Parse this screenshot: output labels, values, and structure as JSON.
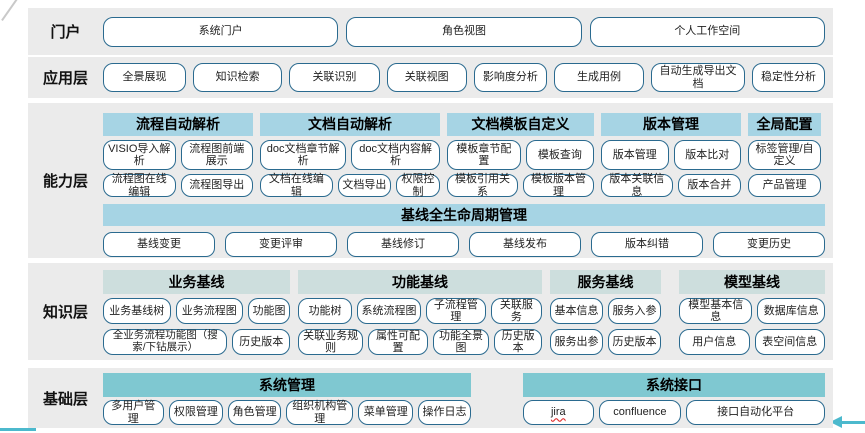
{
  "colors": {
    "band_bg": "#ebebeb",
    "capability_header_bg": "#a6d4e4",
    "knowledge_header_bg": "#cddedd",
    "base_header_bg": "#7fc8d1",
    "button_border": "#2a6a8f",
    "annotation_teal": "#4cb9cd",
    "spellcheck_red": "#e03131"
  },
  "layers": {
    "portal": {
      "label": "门户",
      "buttons": [
        "系统门户",
        "角色视图",
        "个人工作空间"
      ]
    },
    "app": {
      "label": "应用层",
      "buttons": [
        "全景展现",
        "知识检索",
        "关联识别",
        "关联视图",
        "影响度分析",
        "生成用例",
        "自动生成导出文档",
        "稳定性分析"
      ]
    },
    "capability": {
      "label": "能力层",
      "columns": [
        {
          "header": "流程自动解析",
          "rows": [
            [
              "VISIO导入解析",
              "流程图前端展示"
            ],
            [
              "流程图在线编辑",
              "流程图导出"
            ]
          ]
        },
        {
          "header": "文档自动解析",
          "rows": [
            [
              "doc文档章节解析",
              "doc文档内容解析"
            ],
            [
              "文档在线编辑",
              "文档导出",
              "权限控制"
            ]
          ]
        },
        {
          "header": "文档模板自定义",
          "rows": [
            [
              "模板章节配置",
              "模板查询"
            ],
            [
              "模板引用关系",
              "模板版本管理"
            ]
          ]
        },
        {
          "header": "版本管理",
          "rows": [
            [
              "版本管理",
              "版本比对"
            ],
            [
              "版本关联信息",
              "版本合并"
            ]
          ]
        },
        {
          "header": "全局配置",
          "rows": [
            [
              "标签管理/自定义"
            ],
            [
              "产品管理"
            ]
          ]
        }
      ],
      "baseline": {
        "header": "基线全生命周期管理",
        "buttons": [
          "基线变更",
          "变更评审",
          "基线修订",
          "基线发布",
          "版本纠错",
          "变更历史"
        ]
      }
    },
    "knowledge": {
      "label": "知识层",
      "columns": [
        {
          "header": "业务基线",
          "rows": [
            [
              "业务基线树",
              "业务流程图",
              "功能图"
            ],
            [
              "全业务流程功能图（搜索/下钻展示）",
              "历史版本"
            ]
          ]
        },
        {
          "header": "功能基线",
          "rows": [
            [
              "功能树",
              "系统流程图",
              "子流程管理",
              "关联服务"
            ],
            [
              "关联业务规则",
              "属性可配置",
              "功能全景图",
              "历史版本"
            ]
          ]
        },
        {
          "header": "服务基线",
          "rows": [
            [
              "基本信息",
              "服务入参"
            ],
            [
              "服务出参",
              "历史版本"
            ]
          ]
        },
        {
          "header": "模型基线",
          "rows": [
            [
              "模型基本信息",
              "数据库信息"
            ],
            [
              "用户信息",
              "表空间信息"
            ]
          ]
        }
      ]
    },
    "base": {
      "label": "基础层",
      "columns": [
        {
          "header": "系统管理",
          "buttons": [
            "多用户管理",
            "权限管理",
            "角色管理",
            "组织机构管理",
            "菜单管理",
            "操作日志"
          ]
        },
        {
          "header": "系统接口",
          "buttons": [
            "jira",
            "confluence",
            "接口自动化平台"
          ]
        }
      ]
    }
  }
}
